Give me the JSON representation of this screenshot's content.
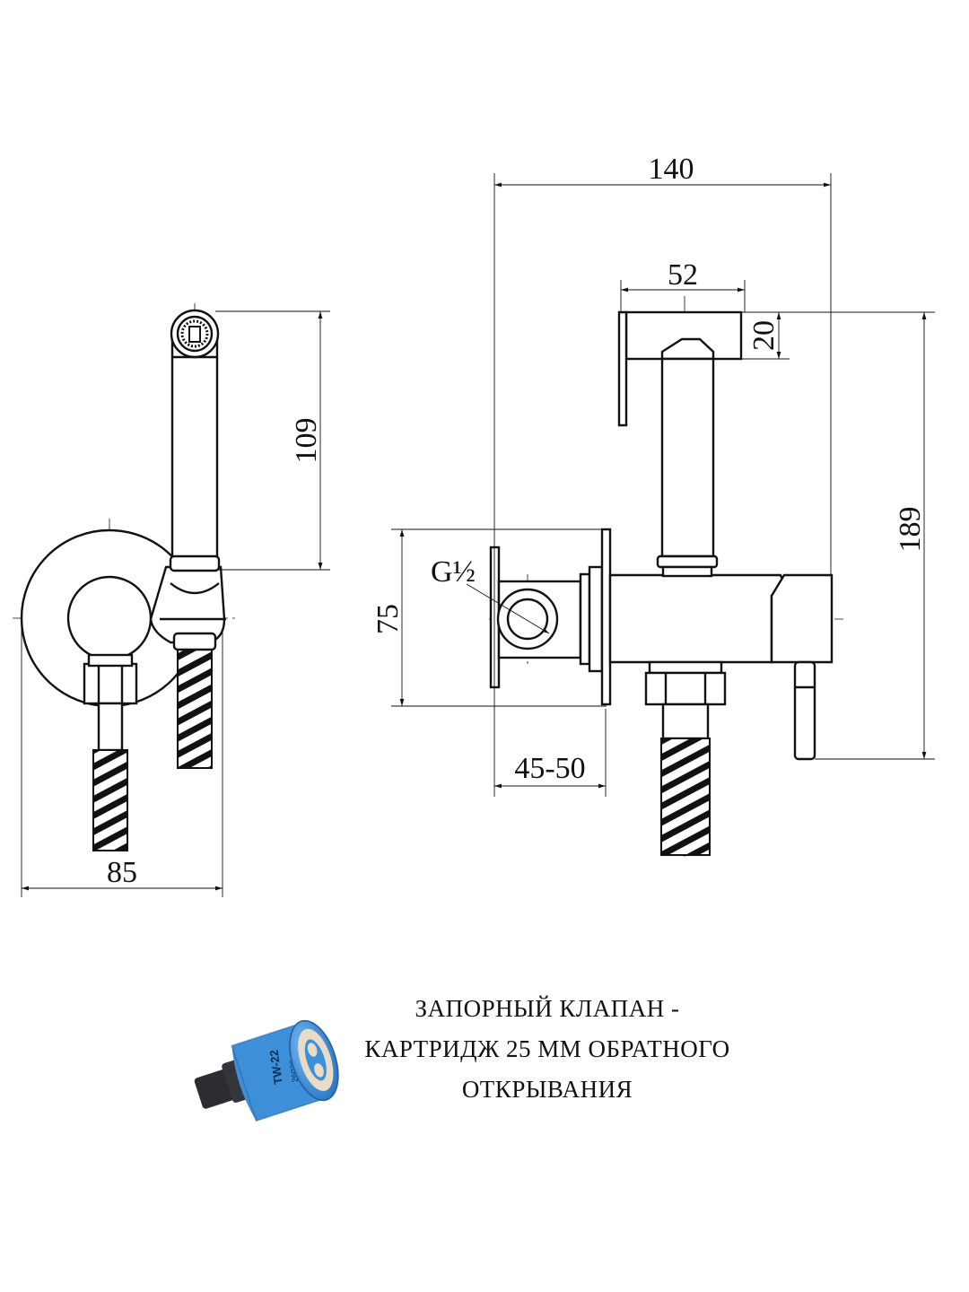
{
  "dimensions": {
    "d85": "85",
    "d109": "109",
    "d140": "140",
    "d52": "52",
    "d20": "20",
    "d189": "189",
    "d75": "75",
    "d45_50": "45-50",
    "thread": "G½"
  },
  "caption": {
    "line1": "ЗАПОРНЫЙ КЛАПАН -",
    "line2": "КАРТРИДЖ 25 ММ ОБРАТНОГО",
    "line3": "ОТКРЫВАНИЯ"
  },
  "cartridge": {
    "label_main": "TW-22",
    "label_code": "26026",
    "body_color": "#3d8fd8",
    "stem_color": "#2b2d33",
    "disc_color": "#e8dcc6"
  }
}
